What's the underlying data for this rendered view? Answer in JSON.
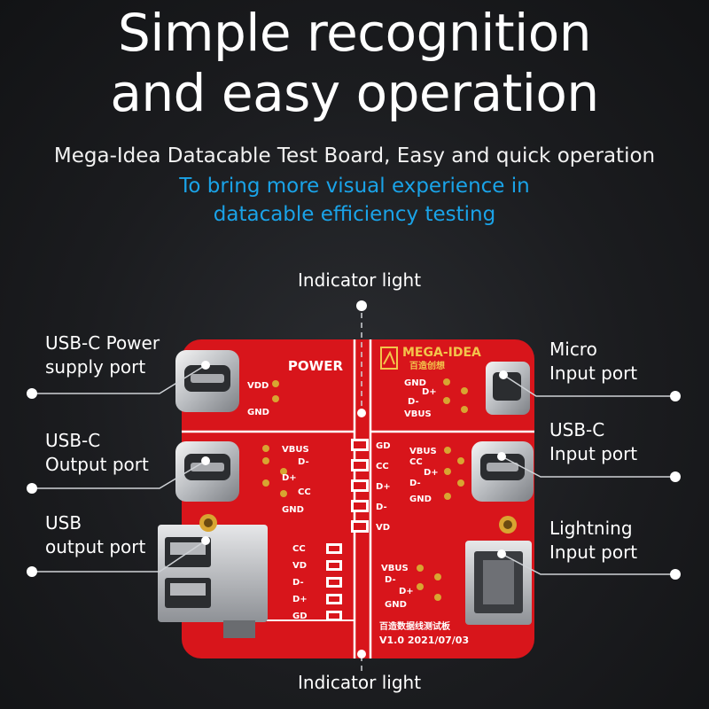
{
  "headline": {
    "line1": "Simple recognition",
    "line2": "and easy operation"
  },
  "subtitle": {
    "line1": "Mega-Idea Datacable Test Board, Easy and quick operation",
    "line2": "To bring more visual experience in",
    "line3": "datacable efficiency testing",
    "accent_color": "#1aa3e8"
  },
  "callouts": {
    "indicator_top": "Indicator light",
    "indicator_bottom": "Indicator light",
    "usbc_power": [
      "USB-C Power",
      "supply port"
    ],
    "usbc_output": [
      "USB-C",
      "Output port"
    ],
    "usb_output": [
      "USB",
      "output port"
    ],
    "micro_input": [
      "Micro",
      "Input port"
    ],
    "usbc_input": [
      "USB-C",
      "Input port"
    ],
    "lightning_input": [
      "Lightning",
      "Input port"
    ]
  },
  "board": {
    "color": "#d8151b",
    "brand": "MEGA-IDEA",
    "brand_cn": "百造创想",
    "power_label": "POWER",
    "power_pins": [
      "VDD",
      "GND"
    ],
    "usbc_out_pins": [
      "VBUS",
      "D-",
      "D+",
      "CC",
      "GND"
    ],
    "usb_out_pins": [
      "CC",
      "VD",
      "D-",
      "D+",
      "GD"
    ],
    "center_leds": [
      "GD",
      "CC",
      "D+",
      "D-",
      "VD"
    ],
    "micro_pins": [
      "GND",
      "D+",
      "D-",
      "VBUS"
    ],
    "usbc_in_pins": [
      "VBUS",
      "CC",
      "D+",
      "D-",
      "GND"
    ],
    "lightning_pins": [
      "VBUS",
      "D-",
      "D+",
      "GND"
    ],
    "footer_cn": "百造数据线测试板",
    "version": "V1.0 2021/07/03"
  }
}
